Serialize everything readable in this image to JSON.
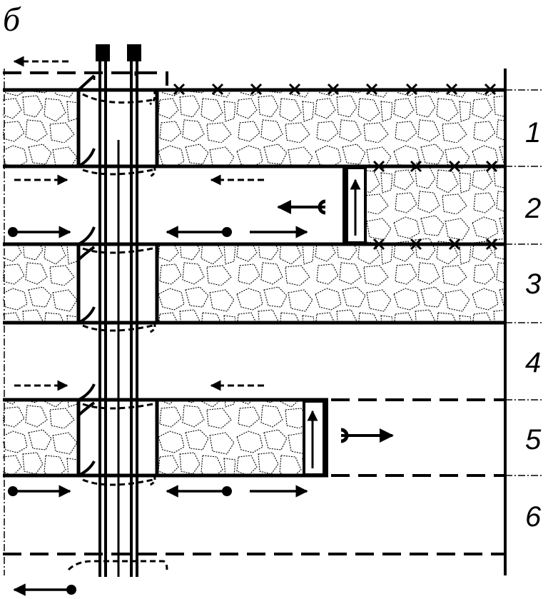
{
  "figure_label": "б",
  "layer_numbers": [
    "1",
    "2",
    "3",
    "4",
    "5",
    "6"
  ],
  "colors": {
    "ink": "#000000",
    "paper": "#ffffff"
  },
  "hatch_pattern": "rock-cells"
}
